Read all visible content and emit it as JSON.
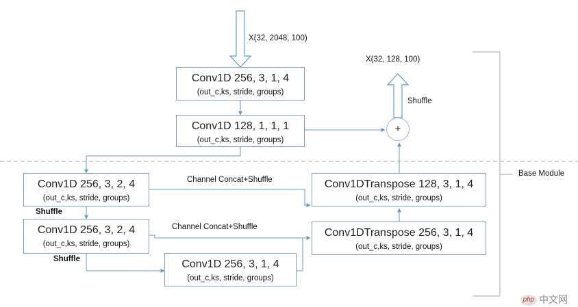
{
  "input_label": "X(32, 2048, 100)",
  "output_label": "X(32, 128, 100)",
  "top_shuffle": "Shuffle",
  "plus": "+",
  "boxes": {
    "c1": {
      "title": "Conv1D 256, 3, 1, 4",
      "sub": "(out_c,ks, stride, groups)"
    },
    "c2": {
      "title": "Conv1D 128, 1, 1, 1",
      "sub": "(out_c,ks, stride, groups)"
    },
    "c3": {
      "title": "Conv1D 256, 3, 2, 4",
      "sub": "(out_c,ks, stride, groups)"
    },
    "c4": {
      "title": "Conv1D 256, 3, 2, 4",
      "sub": "(out_c,ks, stride, groups)"
    },
    "c5": {
      "title": "Conv1D 256, 3, 1, 4",
      "sub": "(out_c,ks, stride, groups)"
    },
    "t1": {
      "title": "Conv1DTranspose 128, 3, 1, 4",
      "sub": "(out_c,ks, stride, groups)"
    },
    "t2": {
      "title": "Conv1DTranspose 256, 3, 1, 4",
      "sub": "(out_c,ks, stride, groups)"
    }
  },
  "concat1": "Channel Concat+Shuffle",
  "concat2": "Channel Concat+Shuffle",
  "shuffle_a": "Shuffle",
  "shuffle_b": "Shuffle",
  "base_module": "Base Module",
  "watermark": {
    "logo": "php",
    "text": "中文网"
  }
}
